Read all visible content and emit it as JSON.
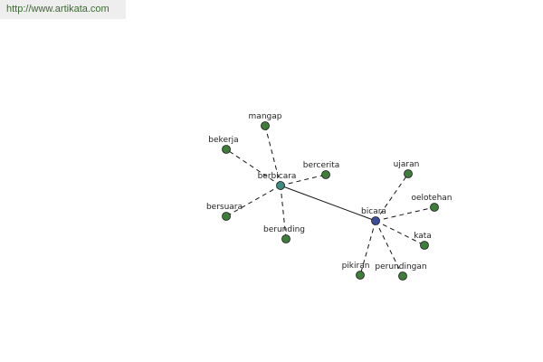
{
  "source_url": "http://www.artikata.com",
  "colors": {
    "hub_main": "#3b4e9e",
    "hub_secondary": "#3e8a7e",
    "leaf": "#3f7d3a",
    "edge": "#111111",
    "label": "#222222"
  },
  "graph": {
    "hubs": [
      {
        "id": "bicara",
        "label": "bicara"
      },
      {
        "id": "berbicara",
        "label": "berbicara"
      }
    ],
    "leaves": [
      {
        "id": "mangap",
        "label": "mangap",
        "hub": "berbicara"
      },
      {
        "id": "bekerja",
        "label": "bekerja",
        "hub": "berbicara"
      },
      {
        "id": "bercerita",
        "label": "bercerita",
        "hub": "berbicara"
      },
      {
        "id": "bersuara",
        "label": "bersuara",
        "hub": "berbicara"
      },
      {
        "id": "berunding",
        "label": "berunding",
        "hub": "berbicara"
      },
      {
        "id": "ujaran",
        "label": "ujaran",
        "hub": "bicara"
      },
      {
        "id": "oelotehan",
        "label": "oelotehan",
        "hub": "bicara"
      },
      {
        "id": "kata",
        "label": "kata",
        "hub": "bicara"
      },
      {
        "id": "pikiran",
        "label": "pikiran",
        "hub": "bicara"
      },
      {
        "id": "perundingan",
        "label": "perundingan",
        "hub": "bicara"
      }
    ],
    "hub_links": [
      {
        "from": "berbicara",
        "to": "bicara"
      }
    ]
  }
}
